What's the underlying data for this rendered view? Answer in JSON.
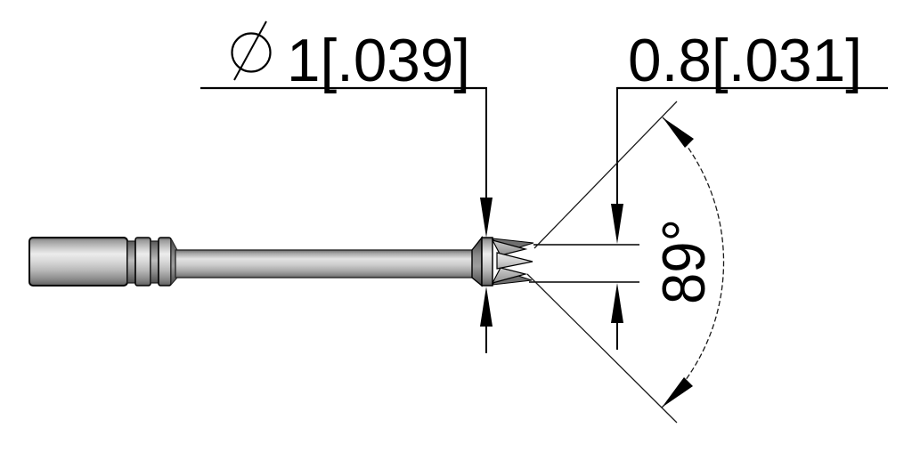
{
  "drawing": {
    "kind": "technical-dimension-drawing",
    "subject": "crown-tip-test-probe",
    "background": "#ffffff",
    "line_color": "#000000",
    "metal_colors": {
      "highlight": "#ebebeb",
      "mid": "#c3c3c3",
      "shadow": "#8a8a8a",
      "dark": "#5f5f5f"
    },
    "dimensions": {
      "diameter": {
        "symbol": "⌀",
        "label": "1[.039]"
      },
      "tip_width": {
        "label": "0.8[.031]"
      },
      "tip_angle": {
        "label": "89°"
      }
    }
  }
}
